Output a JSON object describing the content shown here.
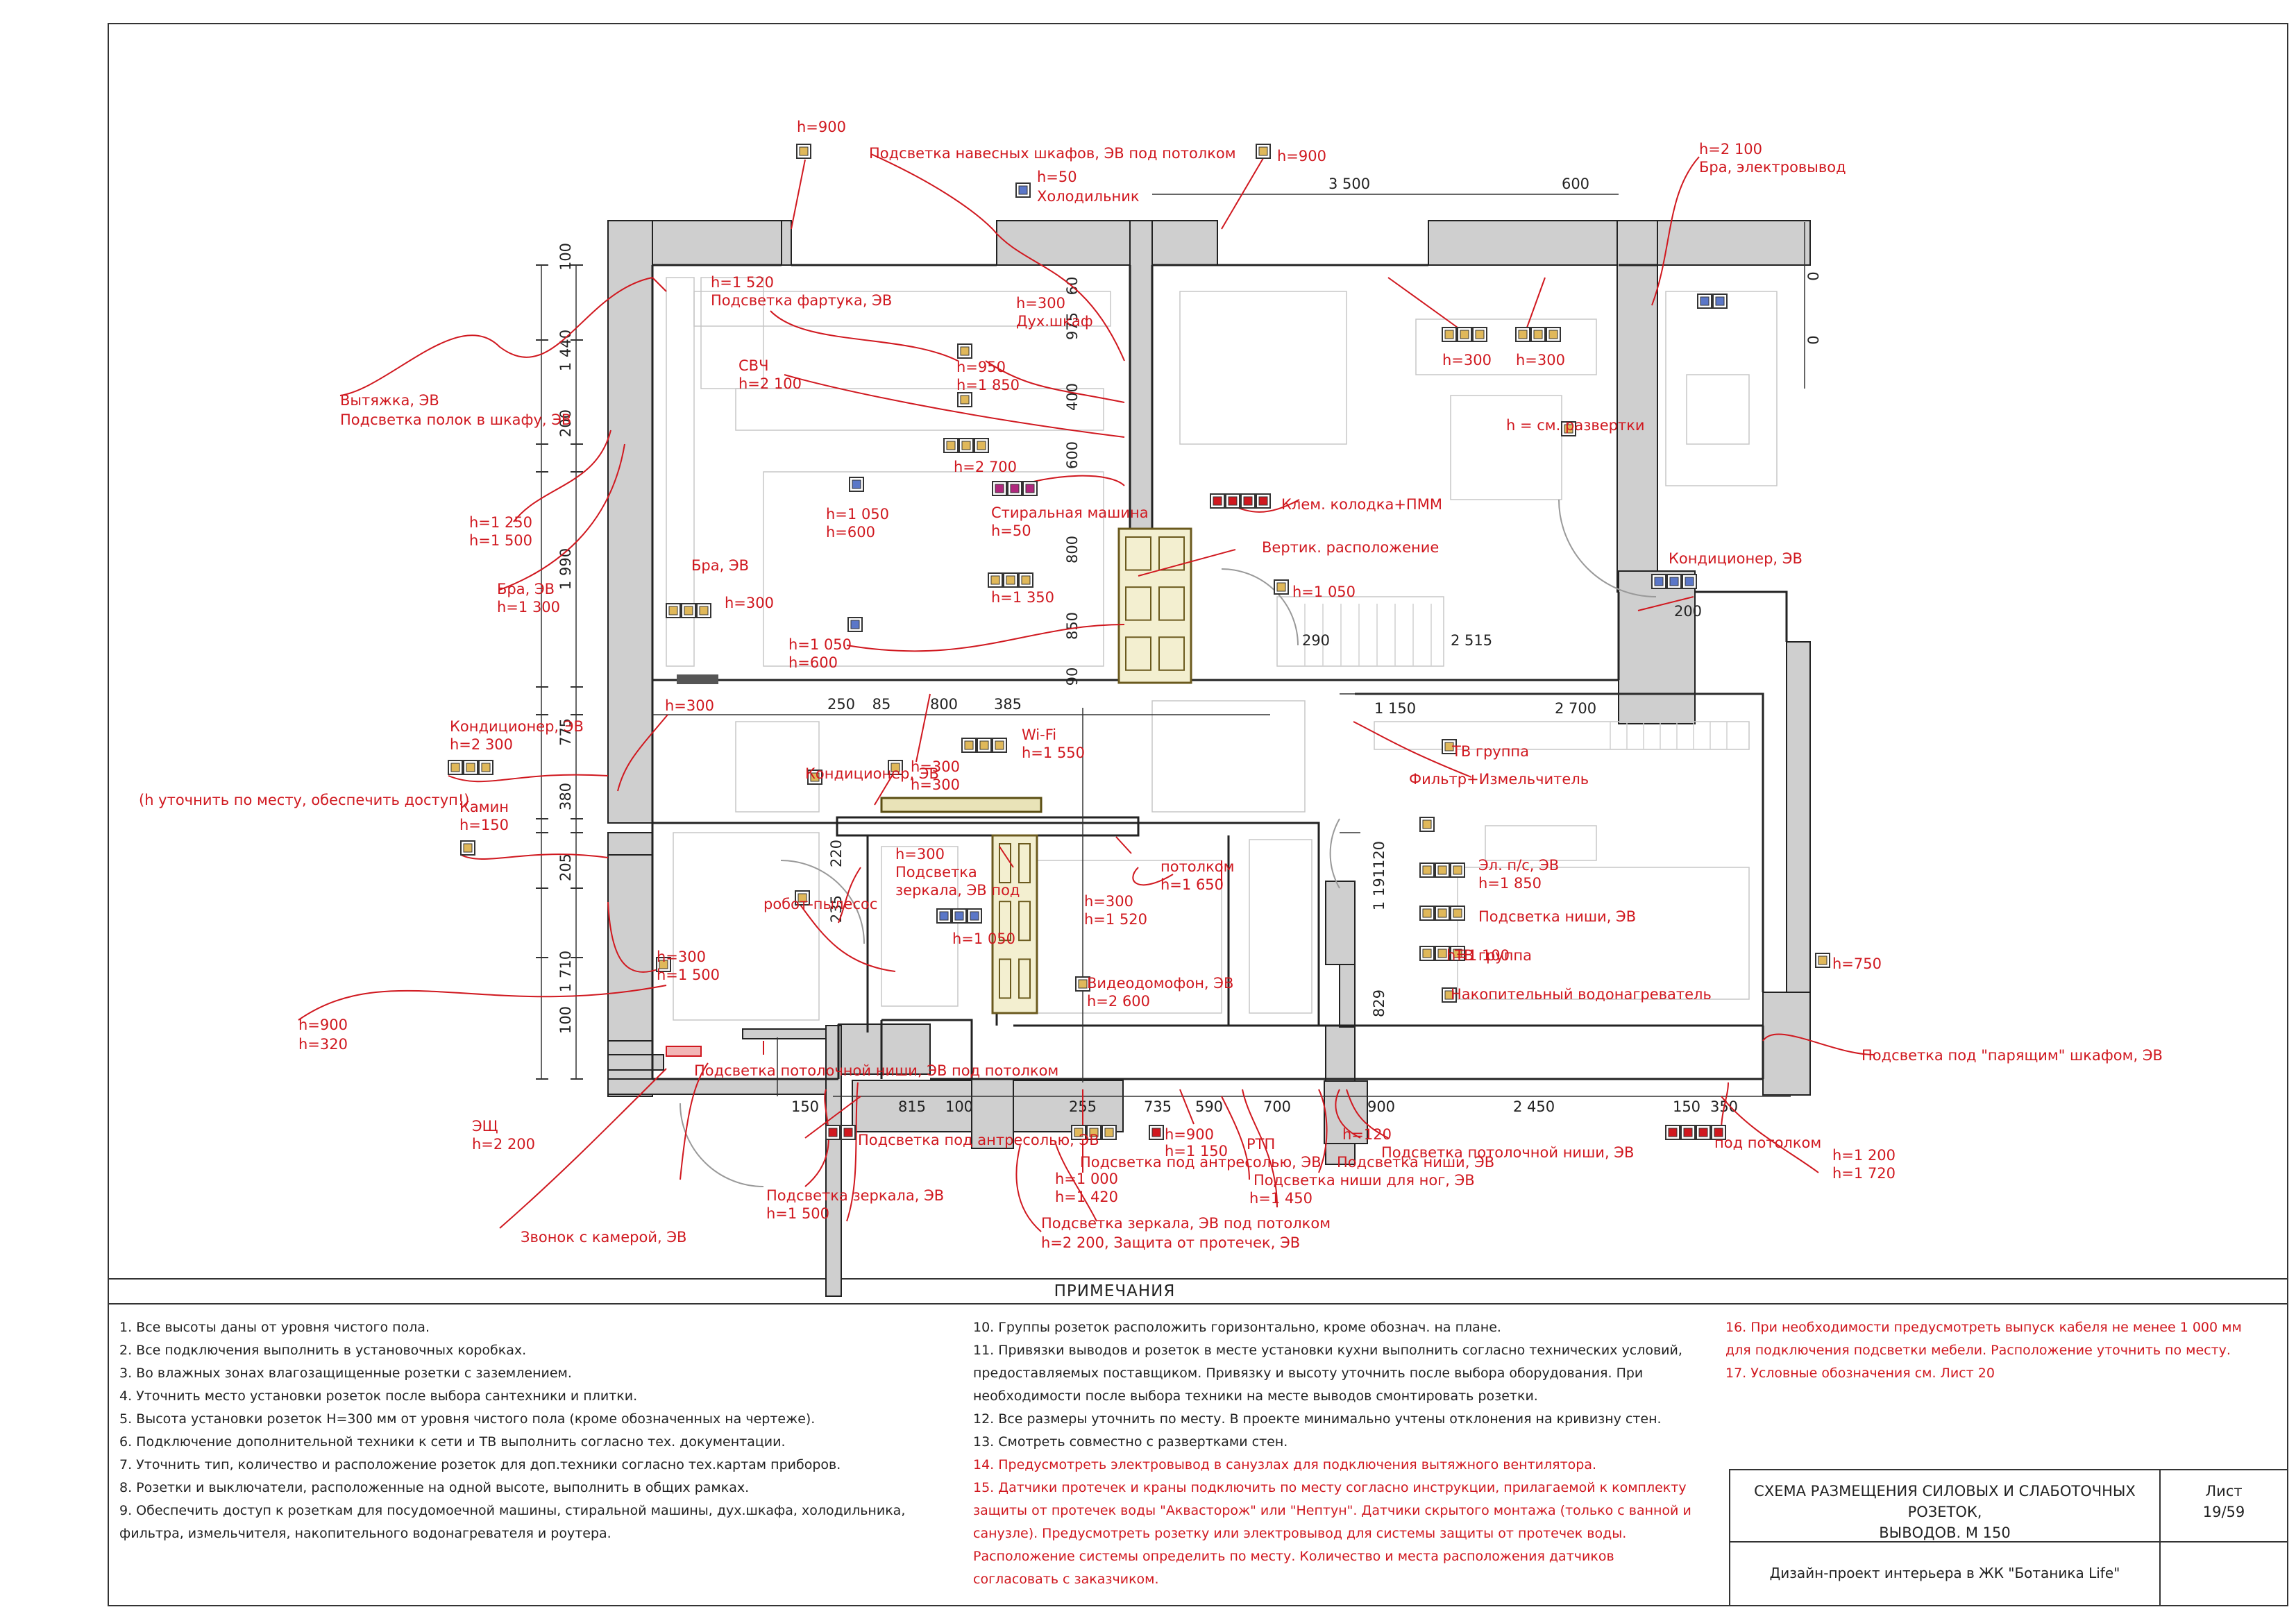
{
  "colors": {
    "annotation": "#d0181f",
    "wall": "#cfcfcf",
    "line": "#222222",
    "door": "#f3efd0",
    "socket": "#e0b85a",
    "lan": "#5b77c8"
  },
  "dimensions": {
    "top": [
      "3 500",
      "600"
    ],
    "left": [
      "100",
      "1 440",
      "200",
      "1 990",
      "775",
      "380",
      "205",
      "1 710",
      "100"
    ],
    "inner_left": [
      "60",
      "975",
      "400",
      "600",
      "800",
      "850",
      "90",
      "220",
      "235"
    ],
    "right": [
      "0",
      "0"
    ],
    "mid_row": [
      "290",
      "2 515",
      "1 150",
      "2 700",
      "250",
      "85",
      "800",
      "385",
      "200"
    ],
    "right_block": [
      "120",
      "1 191",
      "829"
    ],
    "bottom": [
      "150",
      "815",
      "100",
      "255",
      "735",
      "590",
      "700",
      "900",
      "2 450",
      "150",
      "350"
    ]
  },
  "annotations": [
    {
      "text": "h=900"
    },
    {
      "text": "Подсветка навесных шкафов, ЭВ под потолком"
    },
    {
      "text": "h=900"
    },
    {
      "text": "h=50"
    },
    {
      "text": "Холодильник"
    },
    {
      "text": "h=2 100"
    },
    {
      "text": "Бра, электровывод"
    },
    {
      "text": "h=1 520"
    },
    {
      "text": "Подсветка фартука, ЭВ"
    },
    {
      "text": "h=300"
    },
    {
      "text": "Дух.шкаф"
    },
    {
      "text": "h=300"
    },
    {
      "text": "h=300"
    },
    {
      "text": "h=950"
    },
    {
      "text": "h=1 850"
    },
    {
      "text": "СВЧ"
    },
    {
      "text": "h=2 100"
    },
    {
      "text": "Вытяжка, ЭВ"
    },
    {
      "text": "Подсветка полок в шкафу, ЭВ"
    },
    {
      "text": "h = см. развертки"
    },
    {
      "text": "h=2 700"
    },
    {
      "text": "h=1 050"
    },
    {
      "text": "h=600"
    },
    {
      "text": "Стиральная машина"
    },
    {
      "text": "h=50"
    },
    {
      "text": "Клем. колодка+ПММ"
    },
    {
      "text": "h=1 250"
    },
    {
      "text": "h=1 500"
    },
    {
      "text": "Бра, ЭВ"
    },
    {
      "text": "h=1 300"
    },
    {
      "text": "Бра, ЭВ"
    },
    {
      "text": "Вертик. расположение"
    },
    {
      "text": "Кондиционер, ЭВ"
    },
    {
      "text": "h=1 350"
    },
    {
      "text": "h=1 050"
    },
    {
      "text": "h=300"
    },
    {
      "text": "h=1 050"
    },
    {
      "text": "h=600"
    },
    {
      "text": "Фильтр+Измельчитель"
    },
    {
      "text": "Кондиционер, ЭВ"
    },
    {
      "text": "h=2 300"
    },
    {
      "text": "Wi-Fi"
    },
    {
      "text": "h=1 550"
    },
    {
      "text": "ТВ группа"
    },
    {
      "text": "h=300"
    },
    {
      "text": "Кондиционер, ЭВ"
    },
    {
      "text": "h=300"
    },
    {
      "text": "h=300"
    },
    {
      "text": "Камин"
    },
    {
      "text": "h=150"
    },
    {
      "text": "робот-пылесос"
    },
    {
      "text": "h=300"
    },
    {
      "text": "Подсветка"
    },
    {
      "text": "зеркала, ЭВ под"
    },
    {
      "text": "потолком"
    },
    {
      "text": "h=1 650"
    },
    {
      "text": "Эл. п/с, ЭВ"
    },
    {
      "text": "h=1 850"
    },
    {
      "text": "ТВ группа"
    },
    {
      "text": "h=300"
    },
    {
      "text": "h=1 520"
    },
    {
      "text": "Подсветка ниши, ЭВ"
    },
    {
      "text": "h=1 050"
    },
    {
      "text": "h=1 100"
    },
    {
      "text": "h=300"
    },
    {
      "text": "h=1 500"
    },
    {
      "text": "Видеодомофон, ЭВ"
    },
    {
      "text": "h=2 600"
    },
    {
      "text": "Накопительный водонагреватель"
    },
    {
      "text": "h=750"
    },
    {
      "text": "h=900"
    },
    {
      "text": "h=320"
    },
    {
      "text": "Подсветка под \"парящим\" шкафом, ЭВ"
    },
    {
      "text": "Подсветка потолочной ниши, ЭВ под потолком"
    },
    {
      "text": "ЭЩ"
    },
    {
      "text": "h=2 200"
    },
    {
      "text": "Подсветка под антресолью, ЭВ"
    },
    {
      "text": "h=900"
    },
    {
      "text": "h=1 150"
    },
    {
      "text": "РТП"
    },
    {
      "text": "h=120"
    },
    {
      "text": "Подсветка потолочной ниши, ЭВ"
    },
    {
      "text": "под потолком"
    },
    {
      "text": "h=1 200"
    },
    {
      "text": "h=1 720"
    },
    {
      "text": "Подсветка под антресолью, ЭВ"
    },
    {
      "text": "h=1 000"
    },
    {
      "text": "h=1 420"
    },
    {
      "text": "Подсветка ниши, ЭВ"
    },
    {
      "text": "Подсветка ниши для ног, ЭВ"
    },
    {
      "text": "h=1 450"
    },
    {
      "text": "Подсветка зеркала, ЭВ"
    },
    {
      "text": "h=1 500"
    },
    {
      "text": "Звонок с камерой, ЭВ"
    },
    {
      "text": "Подсветка зеркала, ЭВ под потолком"
    },
    {
      "text": "h=2 200, Защита от протечек, ЭВ"
    },
    {
      "text": "(h уточнить по месту, обеспечить доступ!)"
    }
  ],
  "notes_title": "ПРИМЕЧАНИЯ",
  "notes_col1": [
    "1. Все высоты даны от уровня чистого пола.",
    "2. Все подключения выполнить в установочных коробках.",
    "3. Во влажных зонах влагозащищенные розетки с заземлением.",
    "4. Уточнить место установки розеток после выбора сантехники и плитки.",
    "5. Высота установки розеток Н=300 мм от уровня чистого пола (кроме обозначенных на чертеже).",
    "6. Подключение дополнительной техники к сети и ТВ выполнить согласно тех. документации.",
    "7. Уточнить тип, количество и расположение розеток для доп.техники согласно тех.картам приборов.",
    "8. Розетки и выключатели, расположенные на одной высоте, выполнить в общих рамках.",
    "9. Обеспечить доступ к розеткам для посудомоечной машины, стиральной машины, дух.шкафа, холодильника,",
    "фильтра, измельчителя, накопительного водонагревателя и роутера."
  ],
  "notes_col2": [
    {
      "text": "10. Группы розеток расположить горизонтально, кроме обознач. на плане.",
      "red": false
    },
    {
      "text": "11. Привязки выводов и розеток в месте установки кухни выполнить согласно технических условий,",
      "red": false
    },
    {
      "text": "предоставляемых поставщиком. Привязку и высоту уточнить после выбора оборудования. При",
      "red": false
    },
    {
      "text": "необходимости после выбора техники на месте выводов смонтировать розетки.",
      "red": false
    },
    {
      "text": "12. Все размеры уточнить по месту. В проекте минимально учтены отклонения на кривизну стен.",
      "red": false
    },
    {
      "text": "13. Смотреть совместно с развертками стен.",
      "red": false
    },
    {
      "text": "14. Предусмотреть электровывод в санузлах для подключения вытяжного вентилятора.",
      "red": true
    },
    {
      "text": "15. Датчики протечек и краны подключить по месту согласно инструкции, прилагаемой к комплекту",
      "red": true
    },
    {
      "text": "защиты от протечек воды \"Аквасторож\" или \"Нептун\". Датчики скрытого монтажа (только с ванной и",
      "red": true
    },
    {
      "text": "санузле). Предусмотреть розетку или электровывод для системы защиты от протечек воды.",
      "red": true
    },
    {
      "text": "Расположение системы определить по месту. Количество и места расположения датчиков",
      "red": true
    },
    {
      "text": "согласовать с заказчиком.",
      "red": true
    }
  ],
  "notes_col3": [
    "16. При необходимости предусмотреть выпуск кабеля не менее 1 000 мм",
    "для подключения подсветки мебели. Расположение уточнить по месту.",
    "17. Условные обозначения см. Лист 20"
  ],
  "stamp": {
    "title_line1": "СХЕМА РАЗМЕЩЕНИЯ СИЛОВЫХ И СЛАБОТОЧНЫХ РОЗЕТОК,",
    "title_line2": "ВЫВОДОВ. М 150",
    "sheet_label": "Лист",
    "sheet_number": "19/59",
    "project": "Дизайн-проект интерьера в ЖК \"Ботаника Life\""
  }
}
